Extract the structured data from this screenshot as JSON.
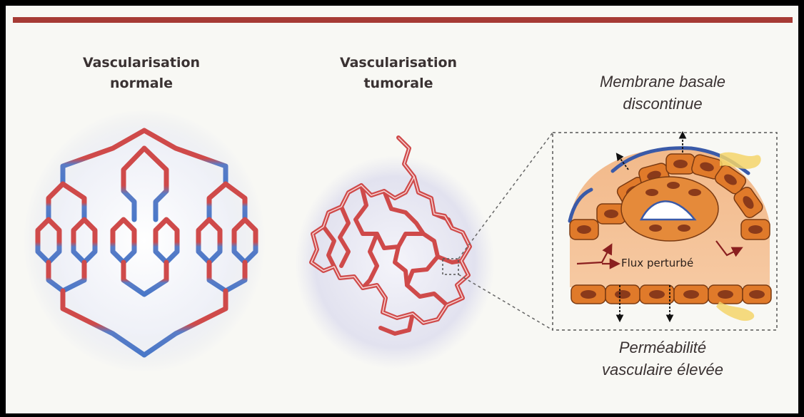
{
  "labels": {
    "normal": {
      "line1": "Vascularisation",
      "line2": "normale"
    },
    "tumoral": {
      "line1": "Vascularisation",
      "line2": "tumorale"
    },
    "membrane": {
      "line1": "Membrane basale",
      "line2": "discontinue"
    },
    "permeability": {
      "line1": "Perméabilité",
      "line2": "vasculaire élevée"
    },
    "flux": "Flux perturbé"
  },
  "colors": {
    "rule": "#a63b35",
    "artery": "#cf4a4a",
    "vein": "#4a78c8",
    "cell": "#e07a2a",
    "nucleus": "#8a3a1a",
    "membrane": "#3a5aa8",
    "background": "#f8f8f4"
  }
}
